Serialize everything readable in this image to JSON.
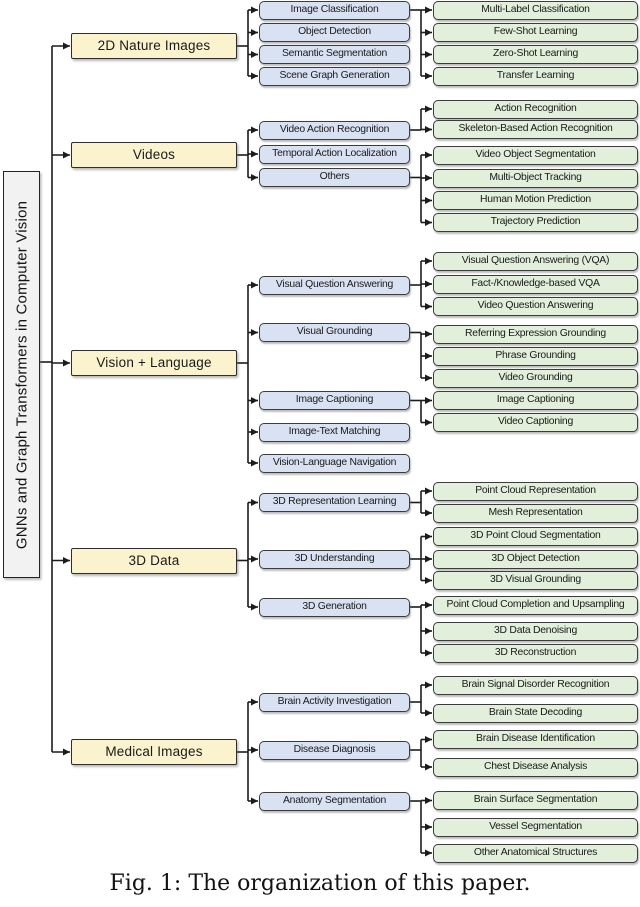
{
  "figure": {
    "caption": "Fig. 1: The organization of this paper."
  },
  "root": {
    "label": "GNNs and Graph Transformers in Computer Vision"
  },
  "colors": {
    "category_fill": "#FBF2CE",
    "subcategory_fill": "#D9E2F3",
    "leaf_fill": "#E2EFDA",
    "root_fill": "#F2F2F2",
    "border": "#3C3C3C",
    "line": "#1C1C1C"
  },
  "groups": [
    {
      "category": "2D Nature Images",
      "subcategories": [
        {
          "label": "Image Classification",
          "leaves": [
            "Multi-Label Classification",
            "Few-Shot Learning",
            "Zero-Shot Learning",
            "Transfer Learning"
          ]
        },
        {
          "label": "Object Detection",
          "leaves": []
        },
        {
          "label": "Semantic Segmentation",
          "leaves": []
        },
        {
          "label": "Scene Graph Generation",
          "leaves": []
        }
      ]
    },
    {
      "category": "Videos",
      "subcategories": [
        {
          "label": "Video Action Recognition",
          "leaves": [
            "Action Recognition",
            "Skeleton-Based Action Recognition"
          ]
        },
        {
          "label": "Temporal Action Localization",
          "leaves": []
        },
        {
          "label": "Others",
          "leaves": [
            "Video Object Segmentation",
            "Multi-Object Tracking",
            "Human Motion Prediction",
            "Trajectory Prediction"
          ]
        }
      ]
    },
    {
      "category": "Vision + Language",
      "subcategories": [
        {
          "label": "Visual Question Answering",
          "leaves": [
            "Visual Question Answering (VQA)",
            "Fact-/Knowledge-based VQA",
            "Video Question Answering"
          ]
        },
        {
          "label": "Visual Grounding",
          "leaves": [
            "Referring Expression Grounding",
            "Phrase Grounding",
            "Video Grounding"
          ]
        },
        {
          "label": "Image Captioning",
          "leaves": [
            "Image Captioning",
            "Video Captioning"
          ]
        },
        {
          "label": "Image-Text Matching",
          "leaves": []
        },
        {
          "label": "Vision-Language Navigation",
          "leaves": []
        }
      ]
    },
    {
      "category": "3D Data",
      "subcategories": [
        {
          "label": "3D Representation Learning",
          "leaves": [
            "Point Cloud Representation",
            "Mesh Representation"
          ]
        },
        {
          "label": "3D Understanding",
          "leaves": [
            "3D Point Cloud Segmentation",
            "3D Object Detection",
            "3D Visual Grounding"
          ]
        },
        {
          "label": "3D Generation",
          "leaves": [
            "Point Cloud Completion and Upsampling",
            "3D Data Denoising",
            "3D Reconstruction"
          ]
        }
      ]
    },
    {
      "category": "Medical Images",
      "subcategories": [
        {
          "label": "Brain Activity Investigation",
          "leaves": [
            "Brain Signal Disorder Recognition",
            "Brain State Decoding"
          ]
        },
        {
          "label": "Disease Diagnosis",
          "leaves": [
            "Brain Disease Identification",
            "Chest Disease Analysis"
          ]
        },
        {
          "label": "Anatomy Segmentation",
          "leaves": [
            "Brain Surface Segmentation",
            "Vessel Segmentation",
            "Other Anatomical Structures"
          ]
        }
      ]
    }
  ]
}
